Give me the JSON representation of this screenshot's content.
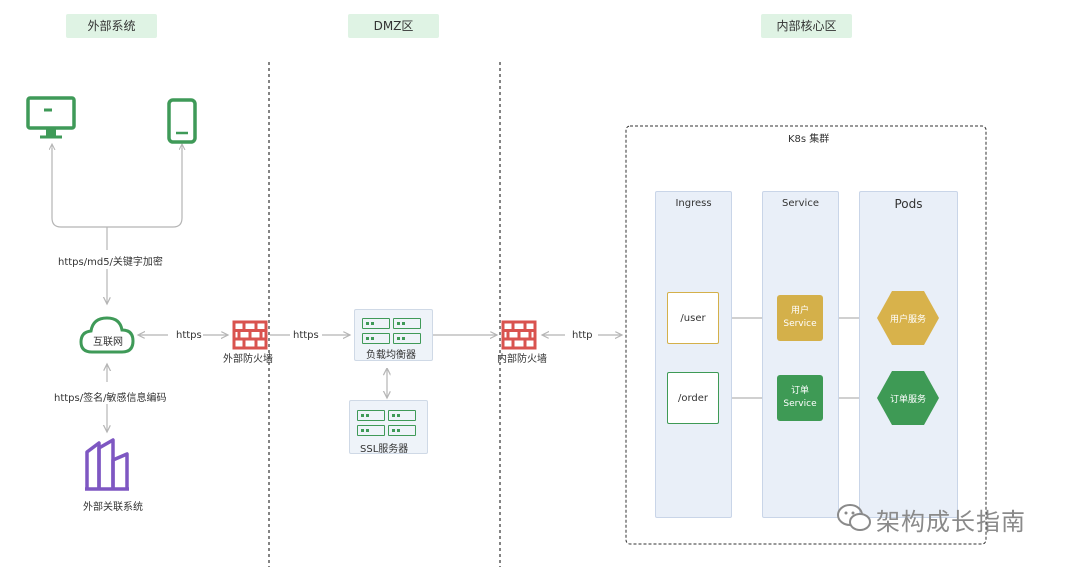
{
  "zones": {
    "external": "外部系统",
    "dmz": "DMZ区",
    "internal": "内部核心区"
  },
  "external": {
    "client_link_label": "https/md5/关键字加密",
    "internet_label": "互联网",
    "partner_link_label": "https/签名/敏感信息编码",
    "partner_system_label": "外部关联系统",
    "https_label_1": "https",
    "firewall_label": "外部防火墙"
  },
  "dmz": {
    "https_label_2": "https",
    "load_balancer_label": "负载均衡器",
    "ssl_server_label": "SSL服务器",
    "inner_firewall_label": "内部防火墙",
    "http_label": "http"
  },
  "k8s": {
    "cluster_title": "K8s 集群",
    "ingress_title": "Ingress",
    "service_title": "Service",
    "pods_title": "Pods",
    "routes": [
      "/user",
      "/order"
    ],
    "services": [
      {
        "line1": "用户",
        "line2": "Service",
        "color": "#d4b04a"
      },
      {
        "line1": "订单",
        "line2": "Service",
        "color": "#3e9a55"
      }
    ],
    "pods": [
      {
        "label": "用户服务",
        "color": "#d8b24b"
      },
      {
        "label": "订单服务",
        "color": "#3e9a55"
      }
    ]
  },
  "colors": {
    "accent_green": "#3f9a58",
    "firewall_red": "#d9534f",
    "partner_purple": "#7e57c2",
    "zone_bg": "#dff3e4"
  },
  "watermark": "架构成长指南"
}
